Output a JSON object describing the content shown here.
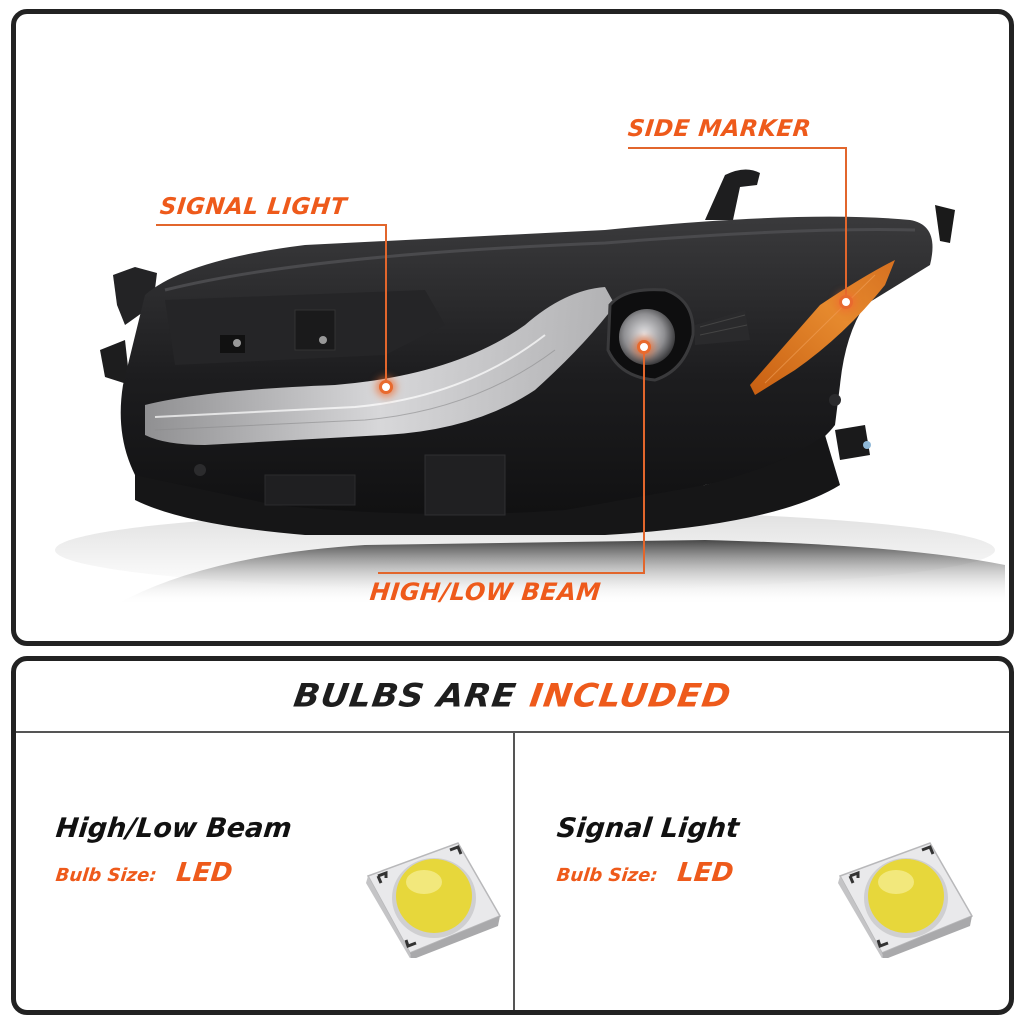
{
  "product_diagram": {
    "callouts": [
      {
        "id": "side-marker",
        "label": "SIDE MARKER"
      },
      {
        "id": "signal-light",
        "label": "SIGNAL LIGHT"
      },
      {
        "id": "high-low-beam",
        "label": "HIGH/LOW BEAM"
      }
    ],
    "accent_color": "#ee5a1b",
    "housing_color": "#1c1c1c",
    "marker_lens_color": "#e07a22"
  },
  "bulbs_section": {
    "header": {
      "prefix": "BULBS ARE",
      "highlight": "INCLUDED"
    },
    "items": [
      {
        "name": "High/Low Beam",
        "size_label": "Bulb Size:",
        "size_value": "LED",
        "icon": "led-chip-icon"
      },
      {
        "name": "Signal Light",
        "size_label": "Bulb Size:",
        "size_value": "LED",
        "icon": "led-chip-icon"
      }
    ]
  }
}
